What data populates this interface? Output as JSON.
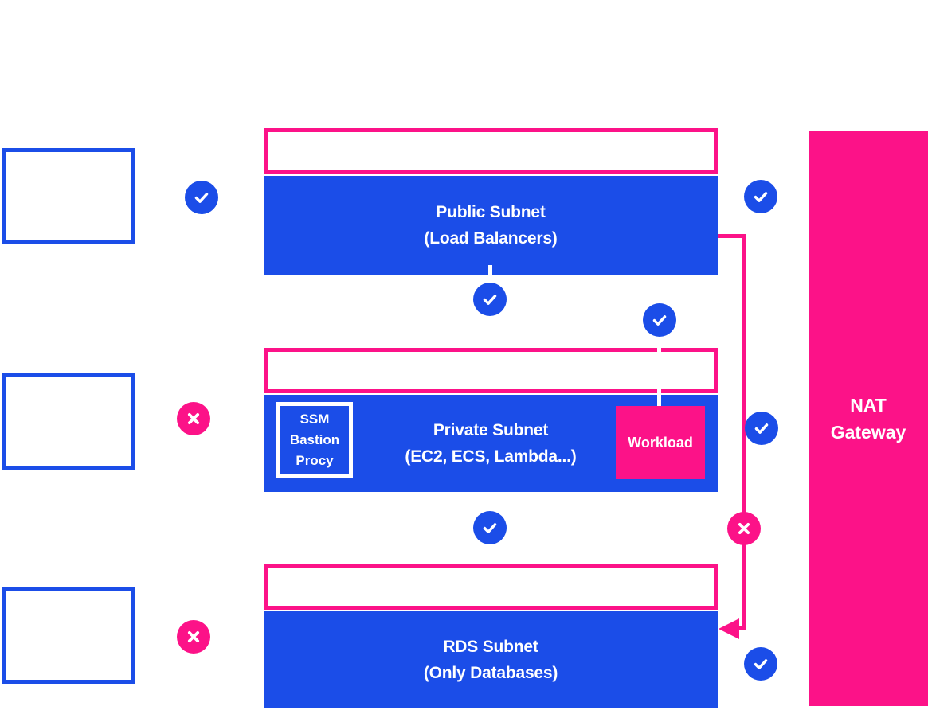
{
  "colors": {
    "blue": "#1b4de8",
    "pink": "#fc1288",
    "status_allowed": "#1b4de8",
    "status_blocked": "#fc1288"
  },
  "subnets": {
    "public": {
      "line1": "Public Subnet",
      "line2": "(Load Balancers)"
    },
    "private": {
      "line1": "Private Subnet",
      "line2": "(EC2, ECS, Lambda...)"
    },
    "rds": {
      "line1": "RDS Subnet",
      "line2": "(Only Databases)"
    }
  },
  "private_items": {
    "ssm": {
      "line1": "SSM",
      "line2": "Bastion",
      "line3": "Procy"
    },
    "workload": {
      "label": "Workload"
    }
  },
  "nat_gateway": {
    "line1": "NAT",
    "line2": "Gateway"
  }
}
